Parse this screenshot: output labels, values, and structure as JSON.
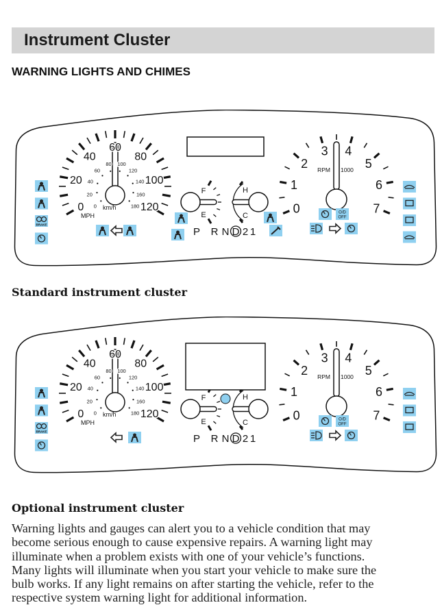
{
  "page": {
    "section_title": "Instrument Cluster",
    "heading": "WARNING LIGHTS AND CHIMES"
  },
  "gauges": {
    "speed_mph": [
      "0",
      "20",
      "40",
      "60",
      "80",
      "100",
      "120"
    ],
    "speed_kmh": [
      "0",
      "20",
      "40",
      "60",
      "80",
      "100",
      "120",
      "140",
      "160",
      "180"
    ],
    "mph_unit": "MPH",
    "kmh_unit": "km/h",
    "rpm_labels": [
      "0",
      "1",
      "2",
      "3",
      "4",
      "5",
      "6",
      "7"
    ],
    "rpm_unit": "RPM",
    "rpm_multiplier": "1000",
    "fuel": {
      "full": "F",
      "empty": "E"
    },
    "temp": {
      "hot": "H",
      "cold": "C"
    },
    "gear_selector": [
      "P",
      "R",
      "N",
      "D",
      "2",
      "1"
    ],
    "selected_gear": "D"
  },
  "icon_labels": {
    "brake": "BRAKE",
    "od_top": "O/D",
    "od_bottom": "OFF"
  },
  "colors": {
    "indicator": "#8fd0f0",
    "header": "#d4d4d4"
  },
  "clusters": [
    {
      "caption": "Standard instrument cluster",
      "display": "small",
      "left_icons": [
        "airbag-icon",
        "seatbelt-icon",
        "brake-icon",
        "abs-icon"
      ],
      "right_icons": [
        "oil-pressure-icon",
        "check-engine-icon",
        "charging-system-icon",
        "low-washer-fluid-icon"
      ],
      "bottom_left_icons": [
        "safety-icon",
        "left-turn-arrow-icon",
        "door-ajar-icon"
      ],
      "fuel_icons": [
        "low-fuel-icon",
        "fuel-cap-icon"
      ],
      "temp_icons": [
        "coolant-temp-icon",
        "service-engine-soon-icon"
      ],
      "tach_icons": [
        "speed-control-icon",
        "od-off-icon",
        "headlamp-icon",
        "right-turn-arrow-icon",
        "tire-pressure-icon"
      ]
    },
    {
      "caption": "Optional instrument cluster",
      "display": "large",
      "left_icons": [
        "airbag-icon",
        "seatbelt-icon",
        "brake-icon",
        "abs-icon"
      ],
      "right_icons": [
        "oil-pressure-icon",
        "check-engine-icon",
        "charging-system-icon"
      ],
      "bottom_left_icons": [
        "left-turn-arrow-icon",
        "door-ajar-icon"
      ],
      "fuel_icons": [],
      "temp_icons": [],
      "tach_icons": [
        "speed-control-icon",
        "od-off-icon",
        "headlamp-icon",
        "right-turn-arrow-icon",
        "tire-pressure-icon"
      ]
    }
  ],
  "body_lines": [
    "Warning lights and gauges can alert you to a vehicle condition that may",
    "become serious enough to cause expensive repairs. A warning light may",
    "illuminate when a problem exists with one of your vehicle’s functions.",
    "Many lights will illuminate when you start your vehicle to make sure the",
    "bulb works. If any light remains on after starting the vehicle, refer to the",
    "respective system warning light for additional information."
  ]
}
